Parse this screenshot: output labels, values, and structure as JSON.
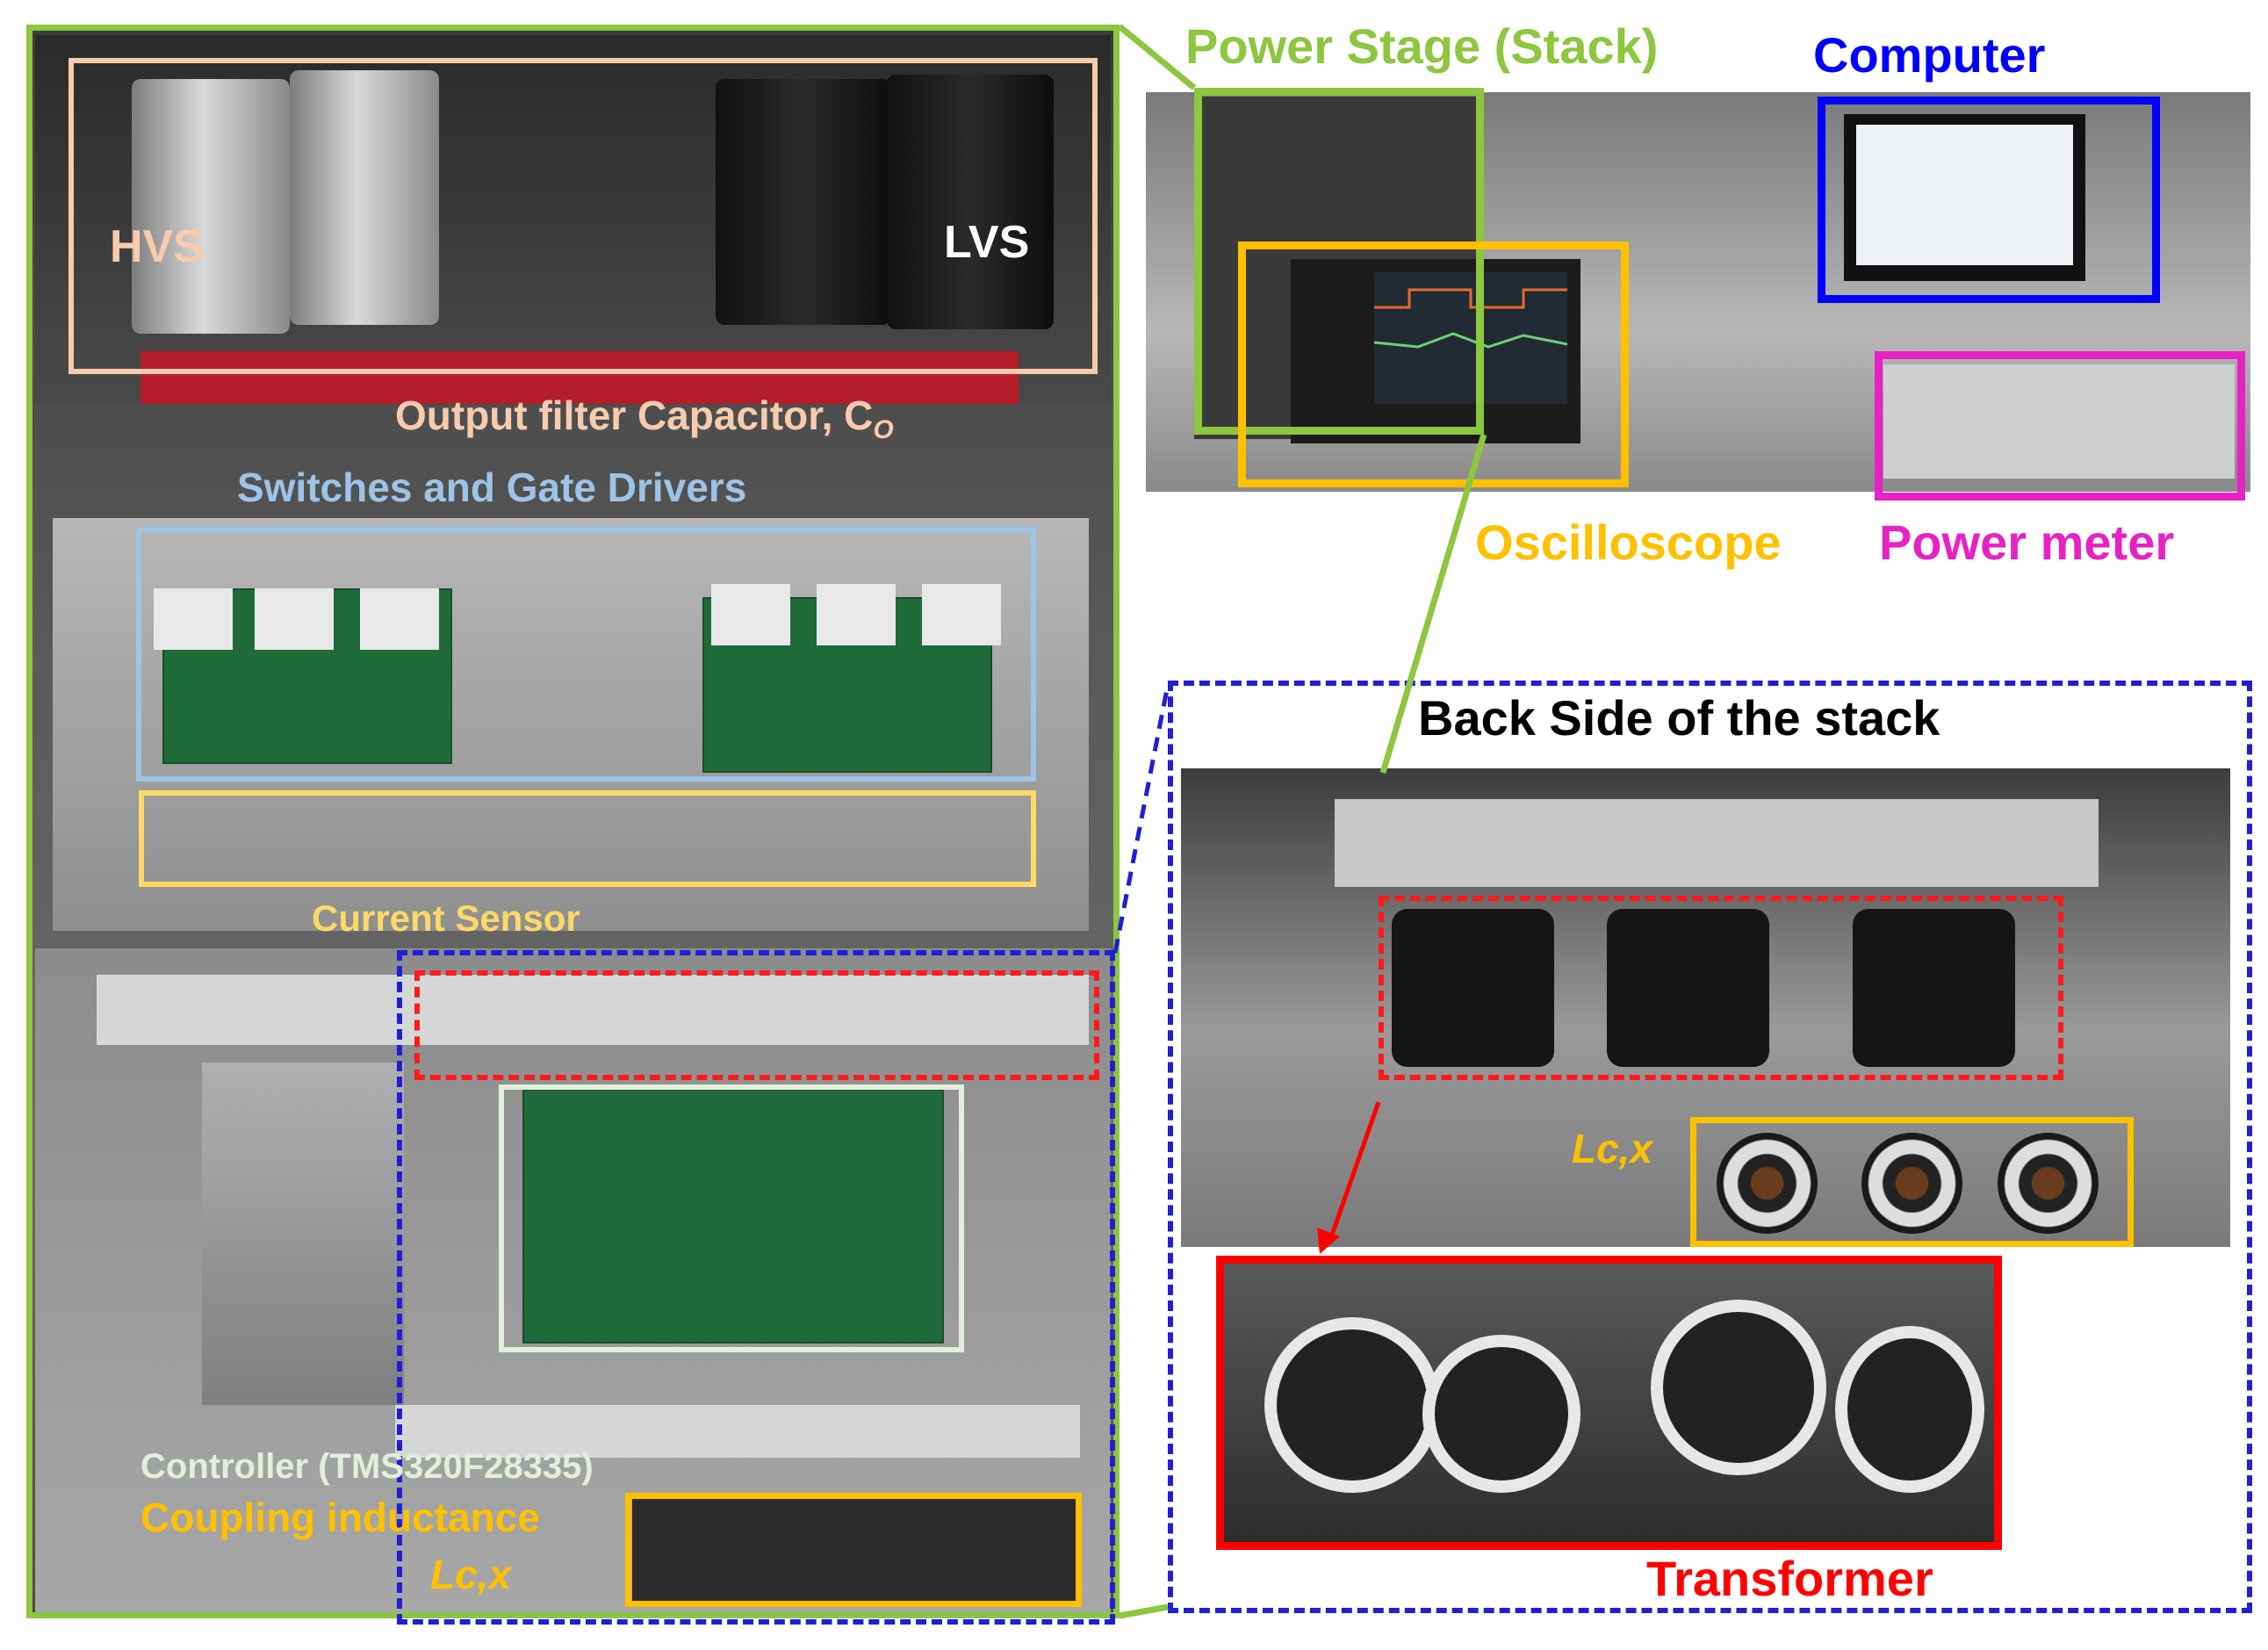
{
  "labels": {
    "hvs": "HVS",
    "lvs": "LVS",
    "output_filter": "Output filter Capacitor, C",
    "output_filter_sub": "O",
    "switches": "Switches and Gate Drivers",
    "current_sensor": "Current Sensor",
    "controller": "Controller (TMS320F28335)",
    "coupling": "Coupling inductance",
    "lcx_left": "Lc,x",
    "power_stage": "Power Stage (Stack)",
    "computer": "Computer",
    "oscilloscope": "Oscilloscope",
    "power_meter": "Power meter",
    "back_side": "Back Side of the stack",
    "lcx_right": "Lc,x",
    "transformer": "Transformer"
  },
  "colors": {
    "stack_green": "#8dc63f",
    "peach": "#f8cbad",
    "light_blue": "#9dc3e6",
    "yellow_tan": "#ffd966",
    "blue_dash": "#1f1fd6",
    "red_dash": "#ff1a1a",
    "white_box": "#e2efda",
    "computer_blue": "#0000ff",
    "oscilloscope_orange": "#ffc000",
    "power_meter_magenta": "#e722c4",
    "transformer_red": "#ff0000"
  }
}
